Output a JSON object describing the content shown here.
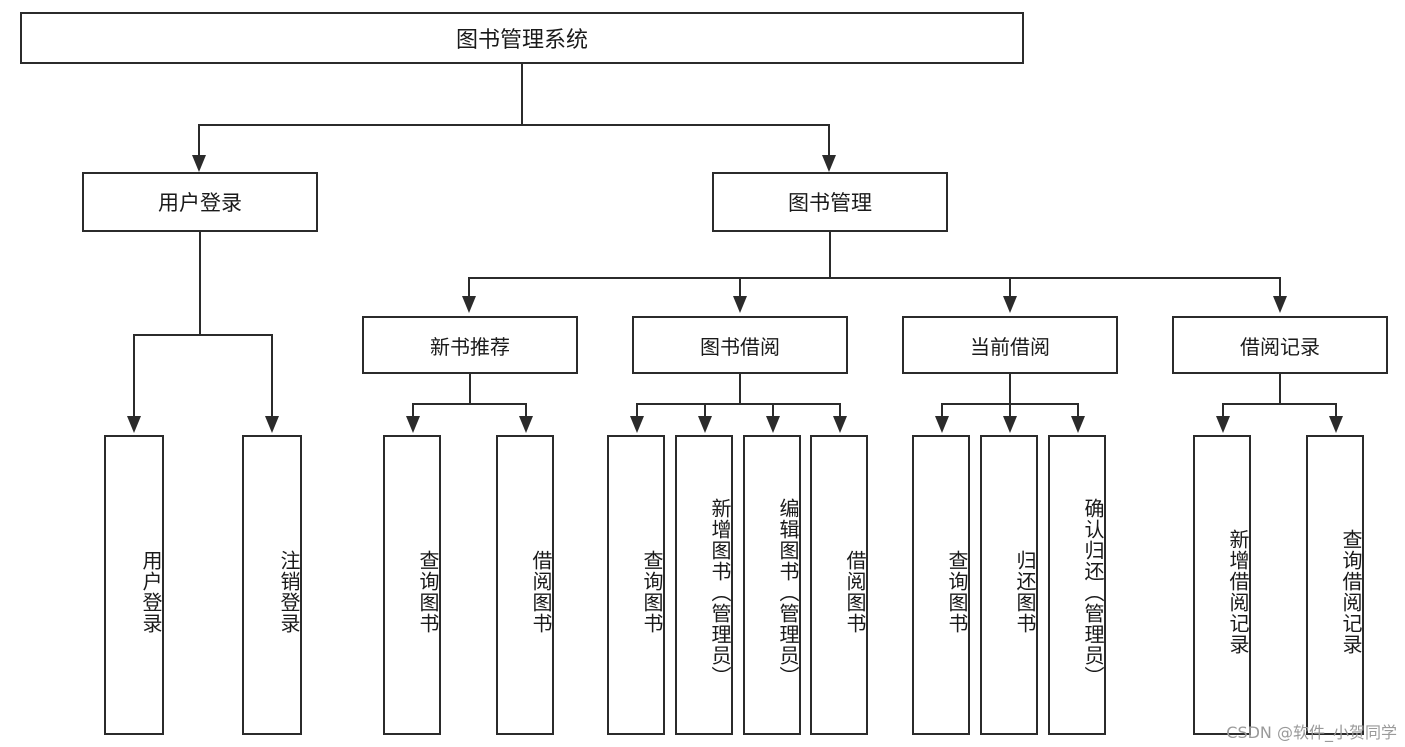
{
  "diagram": {
    "type": "tree",
    "title": "图书管理系统",
    "root": {
      "label": "图书管理系统"
    },
    "level2": [
      {
        "label": "用户登录"
      },
      {
        "label": "图书管理"
      }
    ],
    "level3": [
      {
        "label": "新书推荐"
      },
      {
        "label": "图书借阅"
      },
      {
        "label": "当前借阅"
      },
      {
        "label": "借阅记录"
      }
    ],
    "leaves": {
      "user_login": [
        {
          "label": "用户登录"
        },
        {
          "label": "注销登录"
        }
      ],
      "new_book_recommend": [
        {
          "label": "查询图书"
        },
        {
          "label": "借阅图书"
        }
      ],
      "book_borrow": [
        {
          "label": "查询图书"
        },
        {
          "label": "新增图书（管理员）"
        },
        {
          "label": "编辑图书（管理员）"
        },
        {
          "label": "借阅图书"
        }
      ],
      "current_borrow": [
        {
          "label": "查询图书"
        },
        {
          "label": "归还图书"
        },
        {
          "label": "确认归还（管理员）"
        }
      ],
      "borrow_record": [
        {
          "label": "新增借阅记录"
        },
        {
          "label": "查询借阅记录"
        }
      ]
    }
  },
  "watermark": {
    "text": "CSDN @软件_小贺同学"
  },
  "colors": {
    "stroke": "#2b2b2b",
    "background": "#ffffff",
    "text": "#1a1a1a",
    "watermark": "#9a9a9a"
  }
}
